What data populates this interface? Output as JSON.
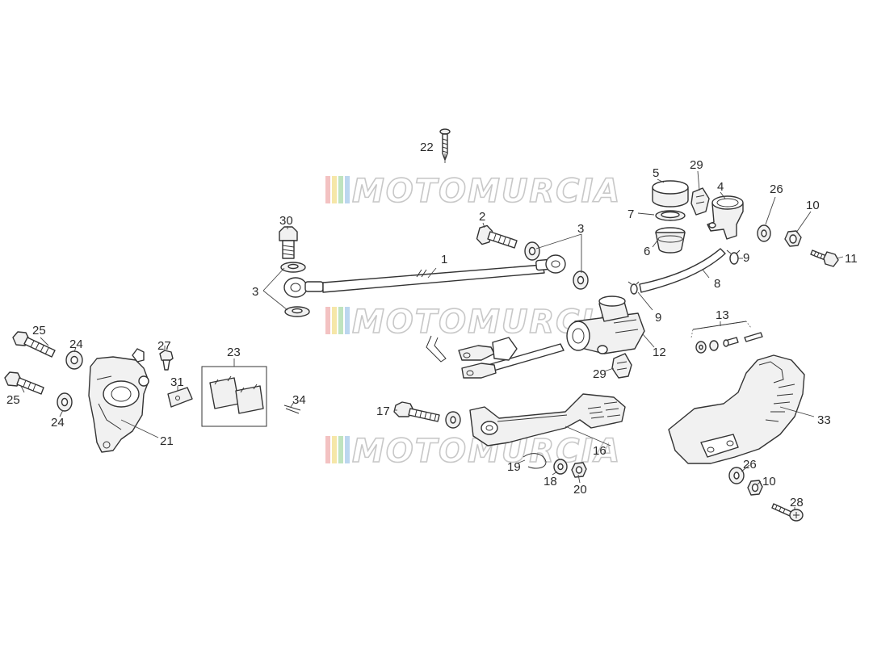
{
  "watermark": {
    "text": "MOTOMURCIA",
    "colors": [
      "#f3c2c2",
      "#f6e7a8",
      "#bfe3bf",
      "#bcd6ef"
    ]
  },
  "callouts": [
    "1",
    "2",
    "3",
    "3",
    "4",
    "5",
    "6",
    "7",
    "8",
    "9",
    "9",
    "10",
    "10",
    "11",
    "12",
    "13",
    "16",
    "17",
    "18",
    "19",
    "20",
    "21",
    "22",
    "23",
    "24",
    "24",
    "25",
    "25",
    "26",
    "26",
    "27",
    "28",
    "29",
    "29",
    "30",
    "31",
    "33",
    "34"
  ]
}
